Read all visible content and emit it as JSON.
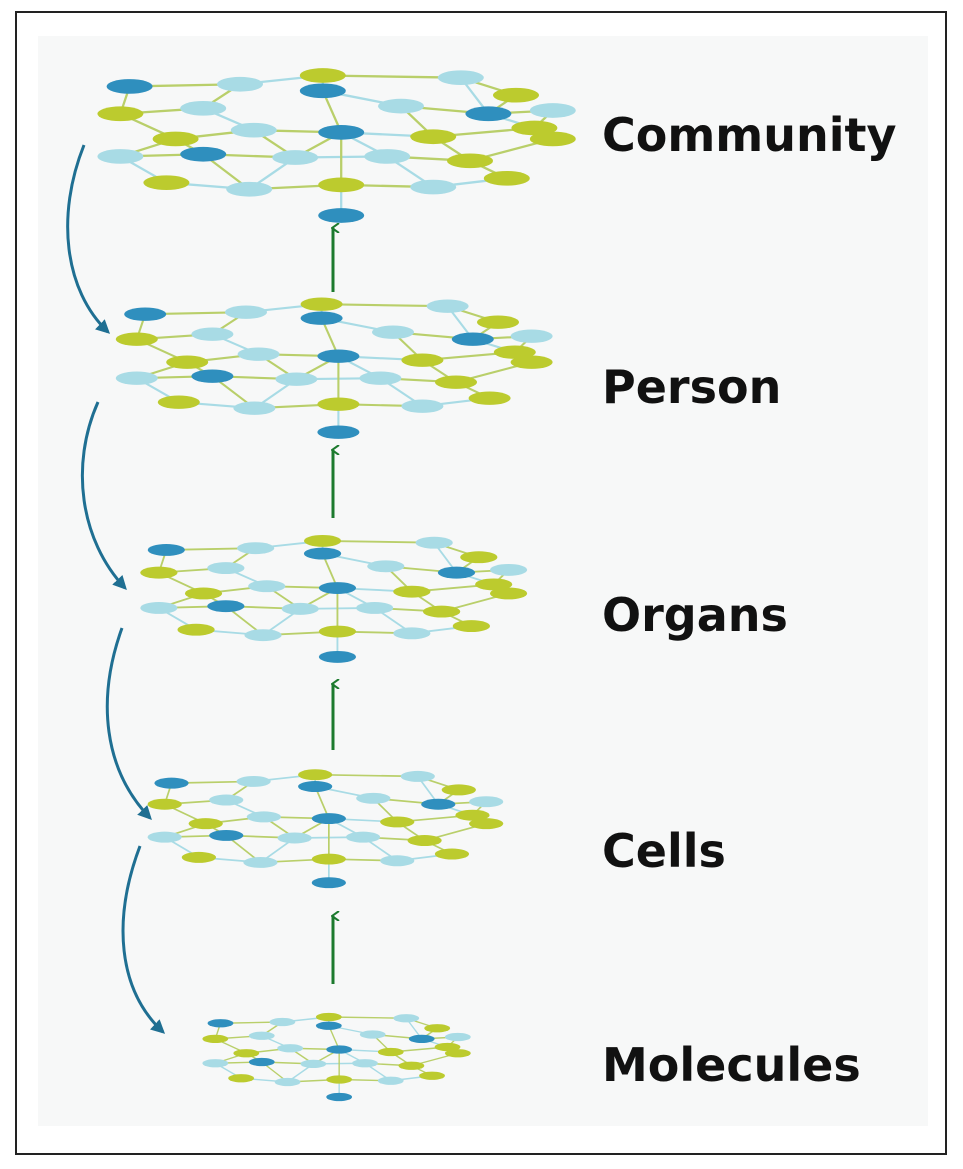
{
  "levels": [
    {
      "id": "community",
      "label": "Community"
    },
    {
      "id": "person",
      "label": "Person"
    },
    {
      "id": "organs",
      "label": "Organs"
    },
    {
      "id": "cells",
      "label": "Cells"
    },
    {
      "id": "molecules",
      "label": "Molecules"
    }
  ],
  "colors": {
    "node_lime": "#bccb2e",
    "node_light_blue": "#a8dbe5",
    "node_blue": "#2f8fbe",
    "edge": "#b9cf6a",
    "up_arrow": "#1c7a2e",
    "curved_arrow": "#1f6f92",
    "frame": "#222222"
  }
}
